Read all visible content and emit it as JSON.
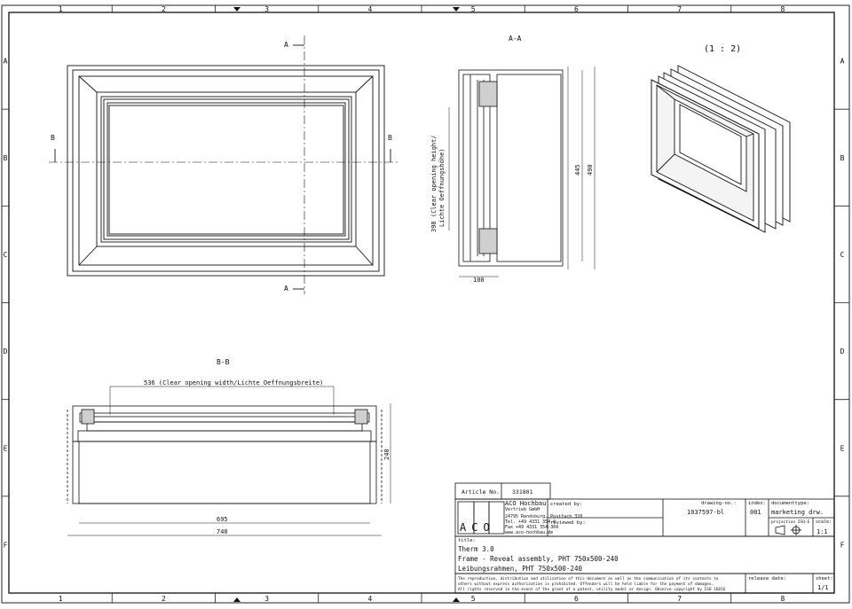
{
  "border": {
    "col_labels": [
      "1",
      "2",
      "3",
      "4",
      "5",
      "6",
      "7",
      "8"
    ],
    "row_labels": [
      "A",
      "B",
      "C",
      "D",
      "E",
      "F"
    ]
  },
  "views": {
    "front": {
      "section_a": "A",
      "section_b": "B"
    },
    "section_aa": {
      "title": "A-A",
      "dim_opening_height": "398 (Clear opening height/",
      "dim_opening_height_2": "Lichte Oeffnungshöhe)",
      "dim_445": "445",
      "dim_490": "490",
      "dim_100": "100"
    },
    "iso": {
      "scale": "(1 : 2)"
    },
    "section_bb": {
      "title": "B-B",
      "dim_opening_width": "536 (Clear opening width/Lichte Oeffnungsbreite)",
      "dim_240": "240",
      "dim_695": "695",
      "dim_740": "740"
    }
  },
  "title_block": {
    "article_label": "Article No.",
    "article_no": "331801",
    "company": "ACO Hochbau",
    "company_sub": "Vertrieb GmbH",
    "address_1": "24795 Rendsburg, Postfach 320",
    "address_2": "Tel. +49 4331 354-0",
    "address_3": "Fax +49 4331 354-360",
    "address_4": "www.aco-hochbau.de",
    "logo": "ACO",
    "created_by_label": "created by:",
    "reviewed_by_label": "reviewed by:",
    "drawing_no_label": "drawing-no.:",
    "drawing_no": "1037597-bl",
    "index_label": "index:",
    "index": "001",
    "doc_type_label": "documenttype:",
    "doc_type": "marketing drw.",
    "projection_label": "projection ISO-E",
    "scale_label": "scale:",
    "scale": "1:1",
    "title_label": "title:",
    "title_1": "Therm 3.0",
    "title_2": "Frame - Reveal assembly, PHT 750x500-240",
    "title_3": "Leibungsrahmen, PHT 750x500-240",
    "legal_1": "The reproduction, distribution and utilization of this document as well as the communication of its contents to",
    "legal_2": "others without express authorization is prohibited. Offenders will be held liable for the payment of damages.",
    "legal_3": "All rights reserved in the event of the grant of a patent, utility model or design. Observe copyright by ISO 16016",
    "release_label": "release date:",
    "sheet_label": "sheet:",
    "sheet": "1/1"
  }
}
